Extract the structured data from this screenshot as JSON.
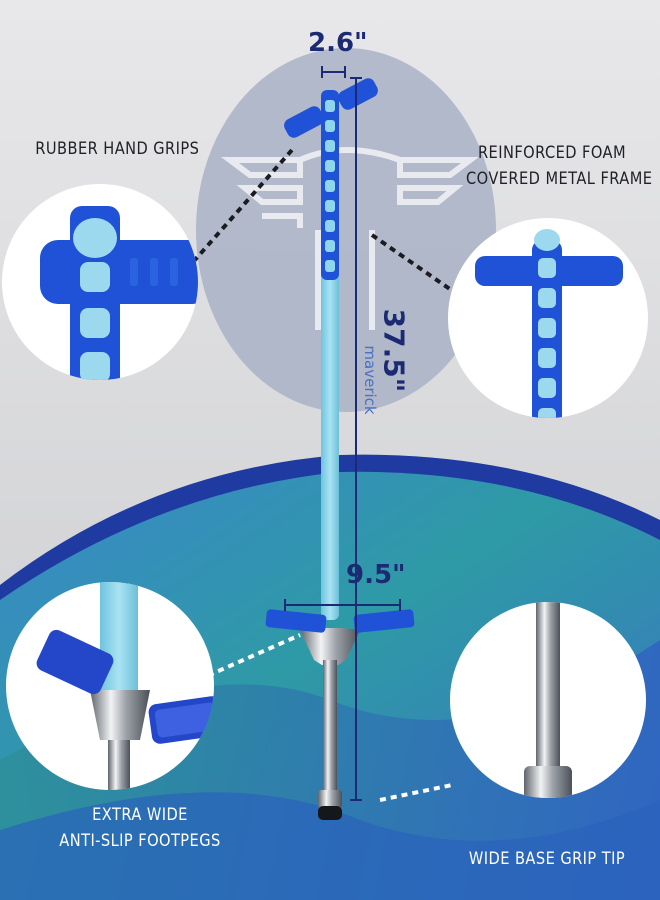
{
  "labels": {
    "grips": "RUBBER HAND GRIPS",
    "frame_line1": "REINFORCED FOAM",
    "frame_line2": "COVERED METAL FRAME",
    "footpegs_line1": "EXTRA WIDE",
    "footpegs_line2": "ANTI-SLIP FOOTPEGS",
    "tip": "WIDE BASE GRIP TIP"
  },
  "dimensions": {
    "handle_width": "2.6\"",
    "height": "37.5\"",
    "footpeg_span": "9.5\""
  },
  "brand": "maverick",
  "colors": {
    "background": "#d9dadc",
    "navy": "#1b2a72",
    "royal_blue": "#2f5fd0",
    "sky_blue": "#8fd6ec",
    "teal": "#2c8ea0",
    "chrome": "#b8bcc2"
  }
}
